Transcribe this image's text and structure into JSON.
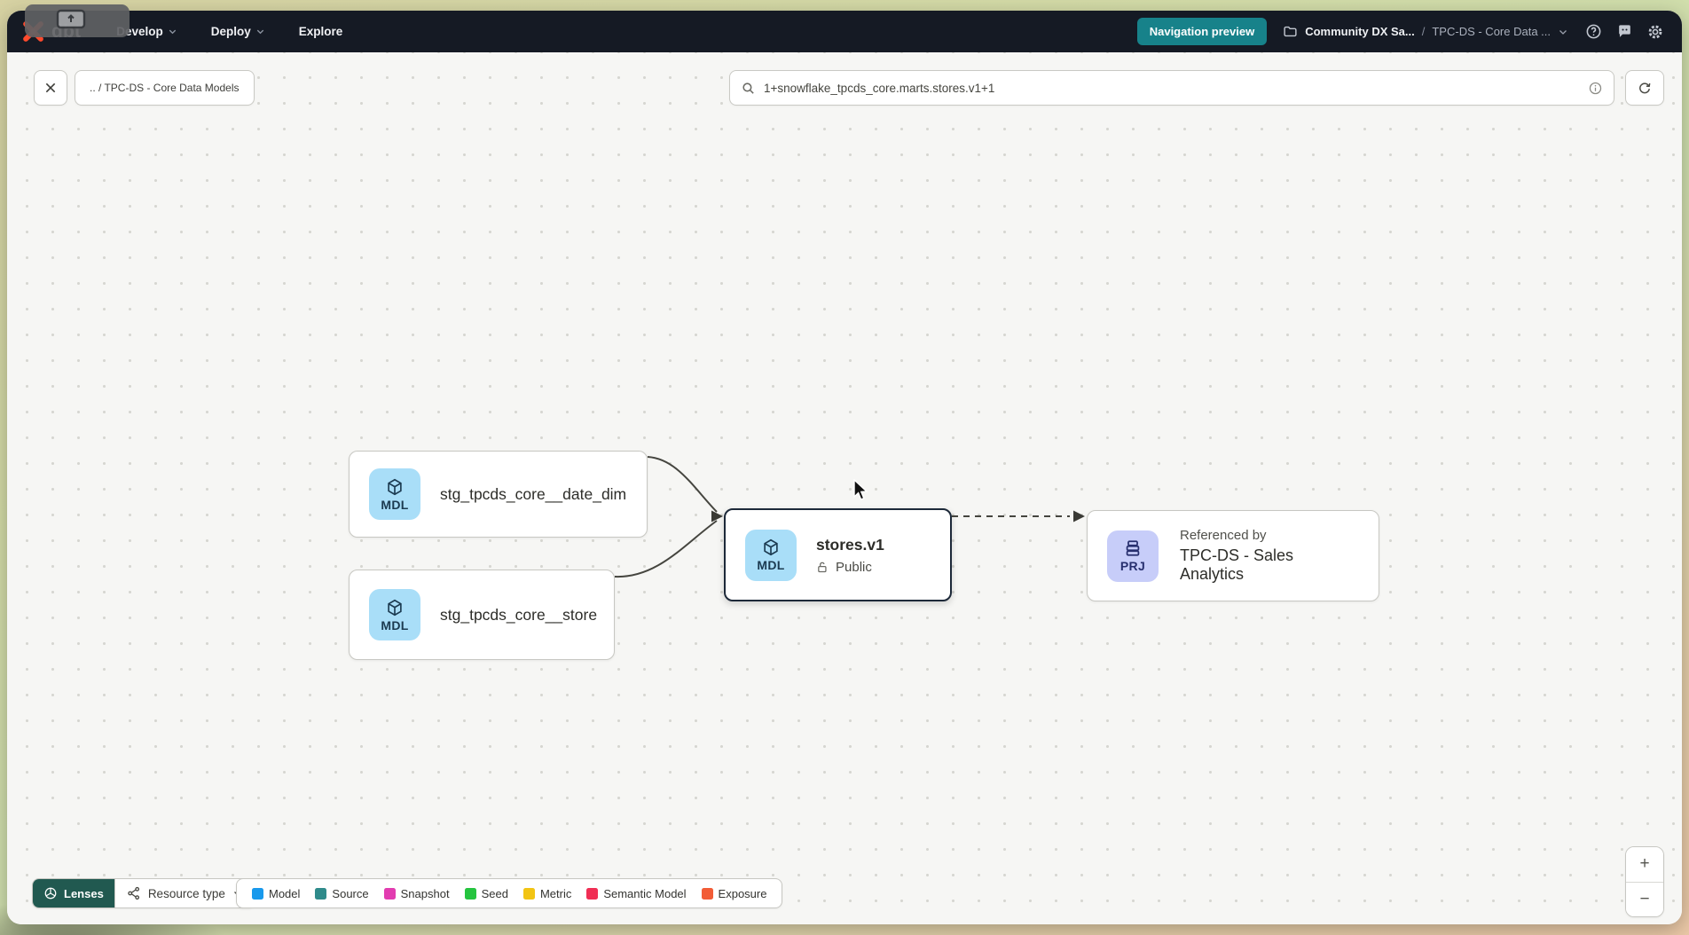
{
  "navbar": {
    "logo_text": "dbt",
    "menus": [
      {
        "label": "Develop"
      },
      {
        "label": "Deploy"
      },
      {
        "label": "Explore"
      }
    ],
    "preview_button_label": "Navigation preview",
    "breadcrumb": {
      "project": "Community DX Sa...",
      "separator": "/",
      "section": "TPC-DS - Core Data ..."
    }
  },
  "toolbar": {
    "path_chip_label": ".. / TPC-DS - Core Data Models",
    "search_value": "1+snowflake_tpcds_core.marts.stores.v1+1"
  },
  "canvas": {
    "nodes": [
      {
        "badge": "MDL",
        "label": "stg_tpcds_core__date_dim"
      },
      {
        "badge": "MDL",
        "label": "stg_tpcds_core__store"
      },
      {
        "badge": "MDL",
        "label": "stores.v1",
        "access": "Public"
      },
      {
        "badge": "PRJ",
        "kicker": "Referenced by",
        "label": "TPC-DS - Sales Analytics"
      }
    ]
  },
  "footer": {
    "lenses_label": "Lenses",
    "resource_type_label": "Resource type",
    "legend": [
      {
        "label": "Model",
        "color": "#1899ec"
      },
      {
        "label": "Source",
        "color": "#2f8b8b"
      },
      {
        "label": "Snapshot",
        "color": "#e23cb0"
      },
      {
        "label": "Seed",
        "color": "#25c43f"
      },
      {
        "label": "Metric",
        "color": "#f2c413"
      },
      {
        "label": "Semantic Model",
        "color": "#f02e54"
      },
      {
        "label": "Exposure",
        "color": "#f25c36"
      }
    ],
    "zoom_in_label": "+",
    "zoom_out_label": "−"
  },
  "colors": {
    "accent_teal": "#17828a",
    "navbar_bg": "#151a24",
    "model_badge_bg": "#a9def8",
    "project_badge_bg": "#c7cdf9",
    "selected_border": "#1d2939"
  }
}
